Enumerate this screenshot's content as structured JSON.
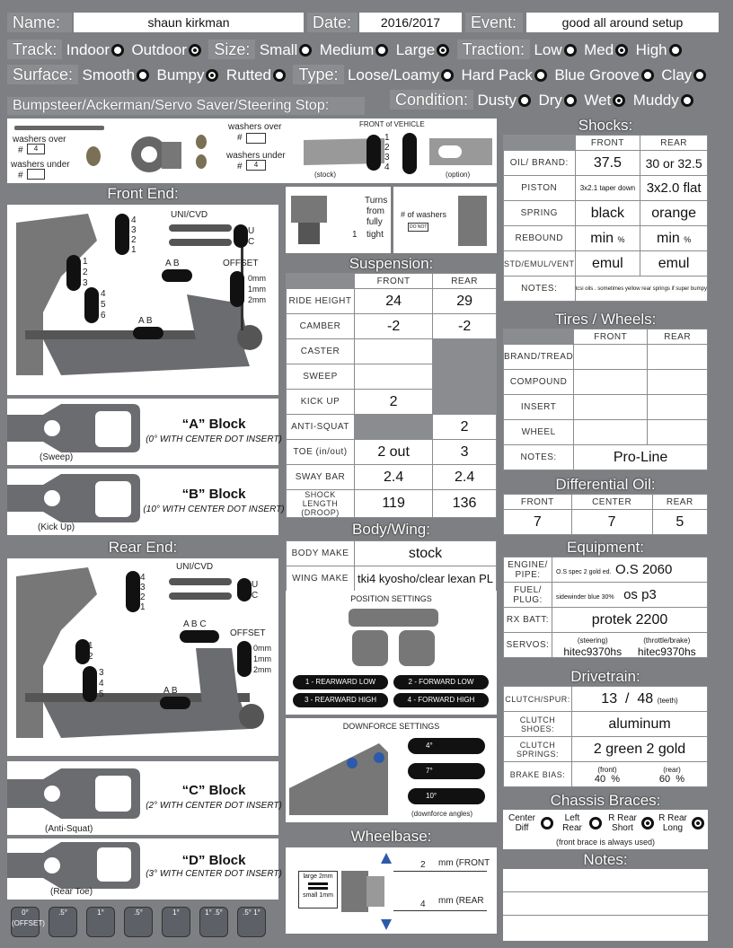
{
  "header": {
    "name_label": "Name:",
    "name_value": "shaun kirkman",
    "date_label": "Date:",
    "date_value": "2016/2017",
    "event_label": "Event:",
    "event_value": "good all around setup",
    "track_label": "Track:",
    "track_opts": [
      "Indoor",
      "Outdoor"
    ],
    "size_label": "Size:",
    "size_opts": [
      "Small",
      "Medium",
      "Large"
    ],
    "traction_label": "Traction:",
    "traction_opts": [
      "Low",
      "Med",
      "High"
    ],
    "surface_label": "Surface:",
    "surface_opts": [
      "Smooth",
      "Bumpy",
      "Rutted"
    ],
    "type_label": "Type:",
    "type_opts": [
      "Loose/Loamy",
      "Hard Pack",
      "Blue Groove",
      "Clay"
    ],
    "condition_label": "Condition:",
    "condition_opts": [
      "Dusty",
      "Dry",
      "Wet",
      "Muddy"
    ]
  },
  "bumpsteer": {
    "title": "Bumpsteer/Ackerman/Servo Saver/Steering Stop:",
    "washers_over": "washers over",
    "washers_under": "washers under",
    "washers_over2": "washers over",
    "washers_under2": "washers under",
    "hash": "#",
    "hash2": "#",
    "hash3": "#",
    "hash4": "#",
    "val1": "4",
    "val2": "4",
    "front_of_vehicle": "FRONT of VEHICLE",
    "stock": "(stock)",
    "option": "(option)",
    "nums": [
      "1",
      "2",
      "3",
      "4"
    ]
  },
  "front_end": {
    "title": "Front End:",
    "uni": "UNI/CVD",
    "u": "U",
    "c": "C",
    "offset": "OFFSET",
    "offsets": [
      "0mm",
      "1mm",
      "2mm"
    ],
    "ab": "A B",
    "ab2": "A B",
    "nums_top": [
      "4",
      "3",
      "2",
      "1"
    ],
    "nums_left1": [
      "1",
      "2",
      "3"
    ],
    "nums_left2": [
      "4",
      "5",
      "6"
    ]
  },
  "blocks": {
    "a_title": "“A” Block",
    "a_sub": "(0° WITH CENTER DOT INSERT)",
    "a_cap": "(Sweep)",
    "b_title": "“B” Block",
    "b_sub": "(10° WITH CENTER DOT INSERT)",
    "b_cap": "(Kick Up)",
    "c_title": "“C” Block",
    "c_sub": "(2° WITH CENTER DOT INSERT)",
    "c_cap": "(Anti-Squat)",
    "d_title": "“D” Block",
    "d_sub": "(3° WITH CENTER DOT INSERT)",
    "d_cap": "(Rear Toe)"
  },
  "rear_end": {
    "title": "Rear End:",
    "uni": "UNI/CVD",
    "u": "U",
    "c": "C",
    "offset": "OFFSET",
    "offsets": [
      "0mm",
      "1mm",
      "2mm"
    ],
    "abc": "A B C",
    "ab": "A B",
    "nums_top": [
      "4",
      "3",
      "2",
      "1"
    ],
    "nums_left1": [
      "1",
      "2"
    ],
    "nums_left2": [
      "3",
      "4",
      "5"
    ]
  },
  "bottom_buttons": [
    {
      "top": "0°",
      "bot": "(OFFSET)"
    },
    {
      "top": ".5°",
      "bot": ""
    },
    {
      "top": "1°",
      "bot": ""
    },
    {
      "top": ".5°",
      "bot": ""
    },
    {
      "top": "1°",
      "bot": ""
    },
    {
      "top": "1° .5°",
      "bot": ""
    },
    {
      "top": ".5° 1°",
      "bot": ""
    }
  ],
  "steering_stop": {
    "turns": "Turns",
    "from": "from",
    "fully": "fully",
    "one": "1",
    "tight": "tight",
    "washers": "# of washers",
    "tiny": "DO NOT"
  },
  "suspension": {
    "title": "Suspension:",
    "front": "FRONT",
    "rear": "REAR",
    "rows": [
      {
        "label": "RIDE HEIGHT",
        "front": "24",
        "rear": "29"
      },
      {
        "label": "CAMBER",
        "front": "-2",
        "rear": "-2"
      },
      {
        "label": "CASTER",
        "front": "",
        "rear": ""
      },
      {
        "label": "SWEEP",
        "front": "",
        "rear": ""
      },
      {
        "label": "KICK UP",
        "front": "2",
        "rear": ""
      },
      {
        "label": "ANTI-SQUAT",
        "front": "",
        "rear": "2"
      },
      {
        "label": "TOE (in/out)",
        "front": "2 out",
        "rear": "3"
      },
      {
        "label": "SWAY BAR",
        "front": "2.4",
        "rear": "2.4"
      },
      {
        "label": "SHOCK LENGTH (DROOP)",
        "front": "119",
        "rear": "136"
      }
    ]
  },
  "body_wing": {
    "title": "Body/Wing:",
    "body_label": "BODY MAKE",
    "body_value": "stock",
    "wing_label": "WING MAKE",
    "wing_value": "tki4 kyosho/clear lexan PL",
    "position_title": "POSITION SETTINGS",
    "pos": [
      "1 - REARWARD LOW",
      "2 - FORWARD LOW",
      "3 - REARWARD HIGH",
      "4 - FORWARD HIGH"
    ],
    "downforce_title": "DOWNFORCE SETTINGS",
    "angles": [
      "4°",
      "7°",
      "10°"
    ],
    "downforce_cap": "(downforce angles)"
  },
  "wheelbase": {
    "title": "Wheelbase:",
    "large": "large 2mm",
    "small": "small 1mm",
    "front_val": "2",
    "front_unit": "mm (FRONT",
    "rear_val": "4",
    "rear_unit": "mm (REAR"
  },
  "shocks": {
    "title": "Shocks:",
    "front": "FRONT",
    "rear": "REAR",
    "oil_label": "OIL/ BRAND:",
    "oil_front": "37.5",
    "oil_rear": "30 or 32.5",
    "piston_label": "PISTON",
    "piston_front": "3x2.1 taper down",
    "piston_rear": "3x2.0 flat",
    "spring_label": "SPRING",
    "spring_front": "black",
    "spring_rear": "orange",
    "rebound_label": "REBOUND",
    "rebound_front": "min",
    "rebound_rear": "min",
    "pct": "%",
    "pct2": "%",
    "std_label": "STD/EMUL/VENT",
    "std_front": "emul",
    "std_rear": "emul",
    "notes_label": "NOTES:",
    "notes_value": "tcsi oils . sometimes yellow rear springs if super bumpy"
  },
  "tires": {
    "title": "Tires / Wheels:",
    "front": "FRONT",
    "rear": "REAR",
    "rows": [
      {
        "label": "BRAND/TREAD"
      },
      {
        "label": "COMPOUND"
      },
      {
        "label": "INSERT"
      },
      {
        "label": "WHEEL"
      }
    ],
    "notes_label": "NOTES:",
    "notes_value": "Pro-Line"
  },
  "diff": {
    "title": "Differential Oil:",
    "front": "FRONT",
    "center": "CENTER",
    "rear": "REAR",
    "front_val": "7",
    "center_val": "7",
    "rear_val": "5"
  },
  "equipment": {
    "title": "Equipment:",
    "engine_label": "ENGINE/ PIPE:",
    "engine_small": "O.S spec 2 gold ed.",
    "engine_value": "O.S 2060",
    "fuel_label": "FUEL/ PLUG:",
    "fuel_small": "sidewinder blue 30%",
    "fuel_value": "os p3",
    "rx_label": "RX BATT:",
    "rx_value": "protek 2200",
    "servos_label": "SERVOS:",
    "steering_cap": "(steering)",
    "throttle_cap": "(throttle/brake)",
    "servo1": "hitec9370hs",
    "servo2": "hitec9370hs"
  },
  "drivetrain": {
    "title": "Drivetrain:",
    "clutch_label": "CLUTCH/SPUR:",
    "clutch": "13",
    "spur": "48",
    "teeth": "(teeth)",
    "shoes_label": "CLUTCH SHOES:",
    "shoes": "aluminum",
    "springs_label": "CLUTCH SPRINGS:",
    "springs": "2 green 2 gold",
    "brake_label": "BRAKE BIAS:",
    "front_cap": "(front)",
    "rear_cap": "(rear)",
    "front_val": "40",
    "rear_val": "60",
    "pct": "%",
    "pct2": "%"
  },
  "chassis": {
    "title": "Chassis Braces:",
    "opts": [
      "Center Diff",
      "Left Rear",
      "R Rear Short",
      "R Rear Long"
    ],
    "note": "(front brace is always used)"
  },
  "notes": {
    "title": "Notes:"
  },
  "colors": {
    "accent": "#8a8c8f",
    "background": "#7d7f82"
  }
}
